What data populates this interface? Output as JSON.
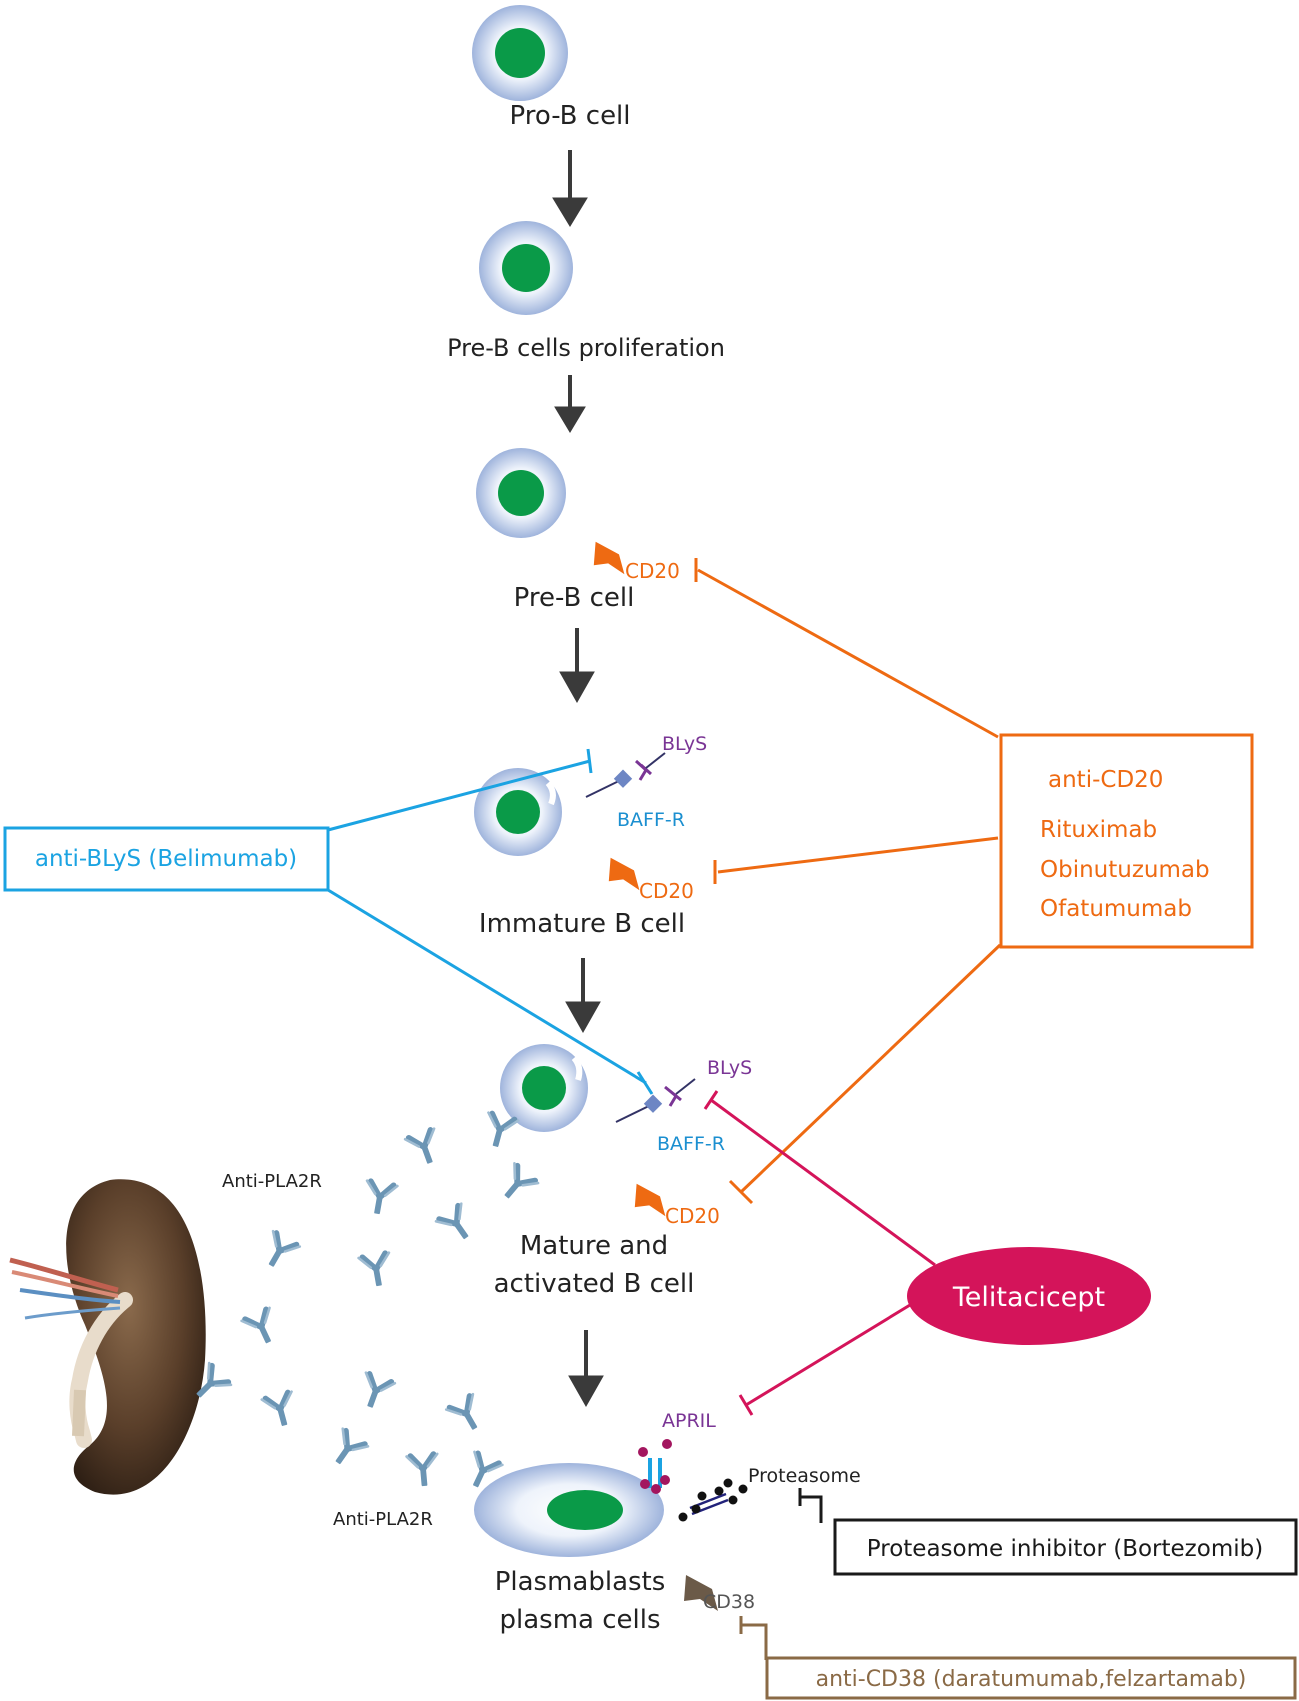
{
  "stages": {
    "pro_b": "Pro-B cell",
    "pre_b_prolif": "Pre-B cells proliferation",
    "pre_b": "Pre-B cell",
    "immature": "Immature B cell",
    "mature_l1": "Mature and",
    "mature_l2": "activated B cell",
    "plasma_l1": "Plasmablasts",
    "plasma_l2": "plasma cells"
  },
  "markers": {
    "cd20": "CD20",
    "blys": "BLyS",
    "baffr": "BAFF-R",
    "april": "APRIL",
    "proteasome": "Proteasome",
    "cd38": "CD38"
  },
  "antibody_labels": {
    "upper": "Anti-PLA2R",
    "lower": "Anti-PLA2R"
  },
  "therapies": {
    "anti_blys": "anti-BLyS (Belimumab)",
    "anti_cd20_title": "anti-CD20",
    "anti_cd20_drugs": [
      "Rituximab",
      "Obinutuzumab",
      "Ofatumumab"
    ],
    "telitacicept": "Telitacicept",
    "proteasome_inhibitor": "Proteasome inhibitor (Bortezomib)",
    "anti_cd38": "anti-CD38  (daratumumab,felzartamab)"
  },
  "colors": {
    "orange": "#ee6a12",
    "blue": "#1ba3e2",
    "magenta": "#d4145a",
    "purple": "#7a3595",
    "brown": "#8a6a46",
    "nucleus": "#0a9a48",
    "antibody": "#6b95b4",
    "arrow": "#3a3a3a"
  }
}
